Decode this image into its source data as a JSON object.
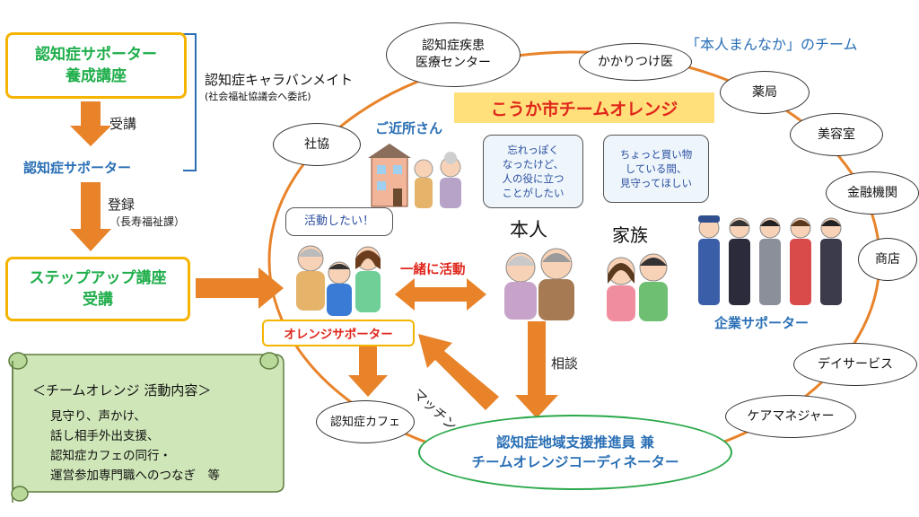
{
  "flow": {
    "training_box": {
      "line1": "認知症サポーター",
      "line2": "養成講座"
    },
    "attend_label": "受講",
    "supporter_label": "認知症サポーター",
    "register_label": "登録",
    "register_sub": "（長寿福祉課）",
    "caravan_label": "認知症キャラバンメイト",
    "caravan_sub": "(社会福祉協議会へ委託)",
    "stepup_box": {
      "line1": "ステップアップ講座",
      "line2": "受講"
    }
  },
  "team": {
    "title": "「本人まんなか」のチーム",
    "name": "こうか市チームオレンジ",
    "orange_supporter": "オレンジサポーター",
    "active_bubble": "活動したい！",
    "together_label": "一緒に活動",
    "neighbors_label": "ご近所さん",
    "person_bubble": "忘れっぽく\nなったけど、\n人の役に立つ\nことがしたい",
    "person_label": "本人",
    "family_bubble": "ちょっと買い物\nしている間、\n見守ってほしい",
    "family_label": "家族",
    "corporate_label": "企業サポーター",
    "consult_label": "相談",
    "matching_label": "マッチング",
    "cafe": "認知症カフェ",
    "coordinator": {
      "line1": "認知症地域支援推進員 兼",
      "line2": "チームオレンジコーディネーター"
    }
  },
  "members": {
    "medical_center": "認知症疾患\n医療センター",
    "family_doctor": "かかりつけ医",
    "pharmacy": "薬局",
    "salon": "美容室",
    "bank": "金融機関",
    "shop": "商店",
    "day_service": "デイサービス",
    "care_manager": "ケアマネジャー",
    "social_council": "社協"
  },
  "activities": {
    "heading": "＜チームオレンジ 活動内容＞",
    "lines": [
      "見守り、声かけ、",
      "話し相手外出支援、",
      "認知症カフェの同行・",
      "運営参加専門職へのつなぎ　等"
    ]
  },
  "colors": {
    "orange": "#e8832a",
    "green": "#1fae4b",
    "yellow": "#f5b400",
    "blue": "#2a6fb5",
    "red": "#e0261b"
  }
}
